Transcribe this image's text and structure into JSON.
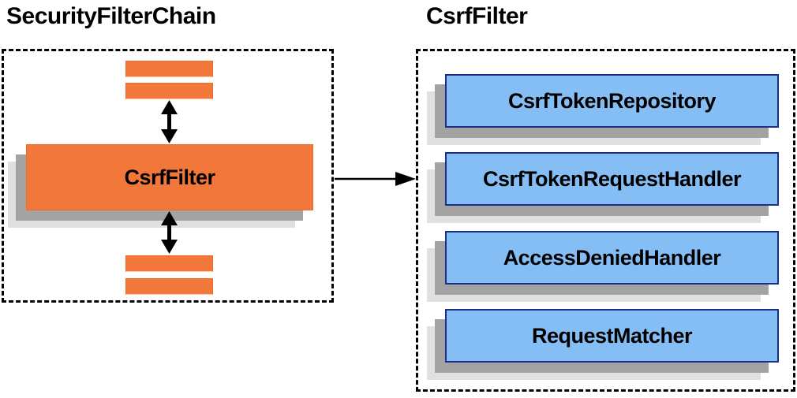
{
  "diagram": {
    "left_panel": {
      "title": "SecurityFilterChain",
      "node_label": "CsrfFilter"
    },
    "right_panel": {
      "title": "CsrfFilter",
      "components": [
        "CsrfTokenRepository",
        "CsrfTokenRequestHandler",
        "AccessDeniedHandler",
        "RequestMatcher"
      ]
    }
  },
  "colors": {
    "background": "#FFFFFF",
    "text": "#000000",
    "orange": "#F2773A",
    "orange_border": "#ED6A28",
    "blue": "#85BEF4",
    "blue_border": "#1B2F8A",
    "shadow_dark": "#A3A3A3",
    "shadow_light": "#E0E0E0",
    "arrow": "#000000",
    "dashed_border": "#000000"
  }
}
